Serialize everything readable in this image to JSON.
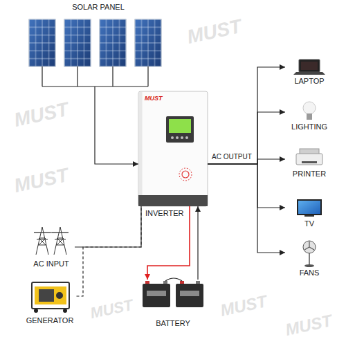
{
  "diagram": {
    "nodes": [
      {
        "text": [
          "SOLAR PANEL"
        ]
      },
      {
        "text": [
          "INVERTER"
        ]
      },
      {
        "text": [
          "LAPTOP"
        ]
      },
      {
        "text": [
          "LIGHTING"
        ]
      },
      {
        "text": [
          "PRINTER"
        ]
      },
      {
        "text": [
          "TV"
        ]
      },
      {
        "text": [
          "FANS"
        ]
      },
      {
        "text": [
          "AC INPUT"
        ]
      },
      {
        "text": [
          "GENERATOR"
        ]
      },
      {
        "text": [
          "BATTERY"
        ]
      }
    ],
    "edges": [
      {
        "from": 0,
        "to": 1,
        "arrow": "to"
      },
      {
        "from": 7,
        "to": 1,
        "arrow": "none"
      },
      {
        "from": 8,
        "to": 1,
        "arrow": "none"
      },
      {
        "from": 1,
        "to": 9,
        "arrow": "to"
      },
      {
        "from": 9,
        "to": 1,
        "arrow": "to"
      },
      {
        "from": 1,
        "to": 2,
        "arrow": "to"
      },
      {
        "from": 1,
        "to": 3,
        "arrow": "to"
      },
      {
        "from": 1,
        "to": 4,
        "arrow": "to"
      },
      {
        "from": 1,
        "to": 5,
        "arrow": "to"
      },
      {
        "from": 1,
        "to": 6,
        "arrow": "to"
      }
    ],
    "labels": [
      "AC OUTPUT",
      "MUST",
      "MUST",
      "MUST",
      "MUST",
      "MUST",
      "MUST",
      "MUST"
    ]
  }
}
